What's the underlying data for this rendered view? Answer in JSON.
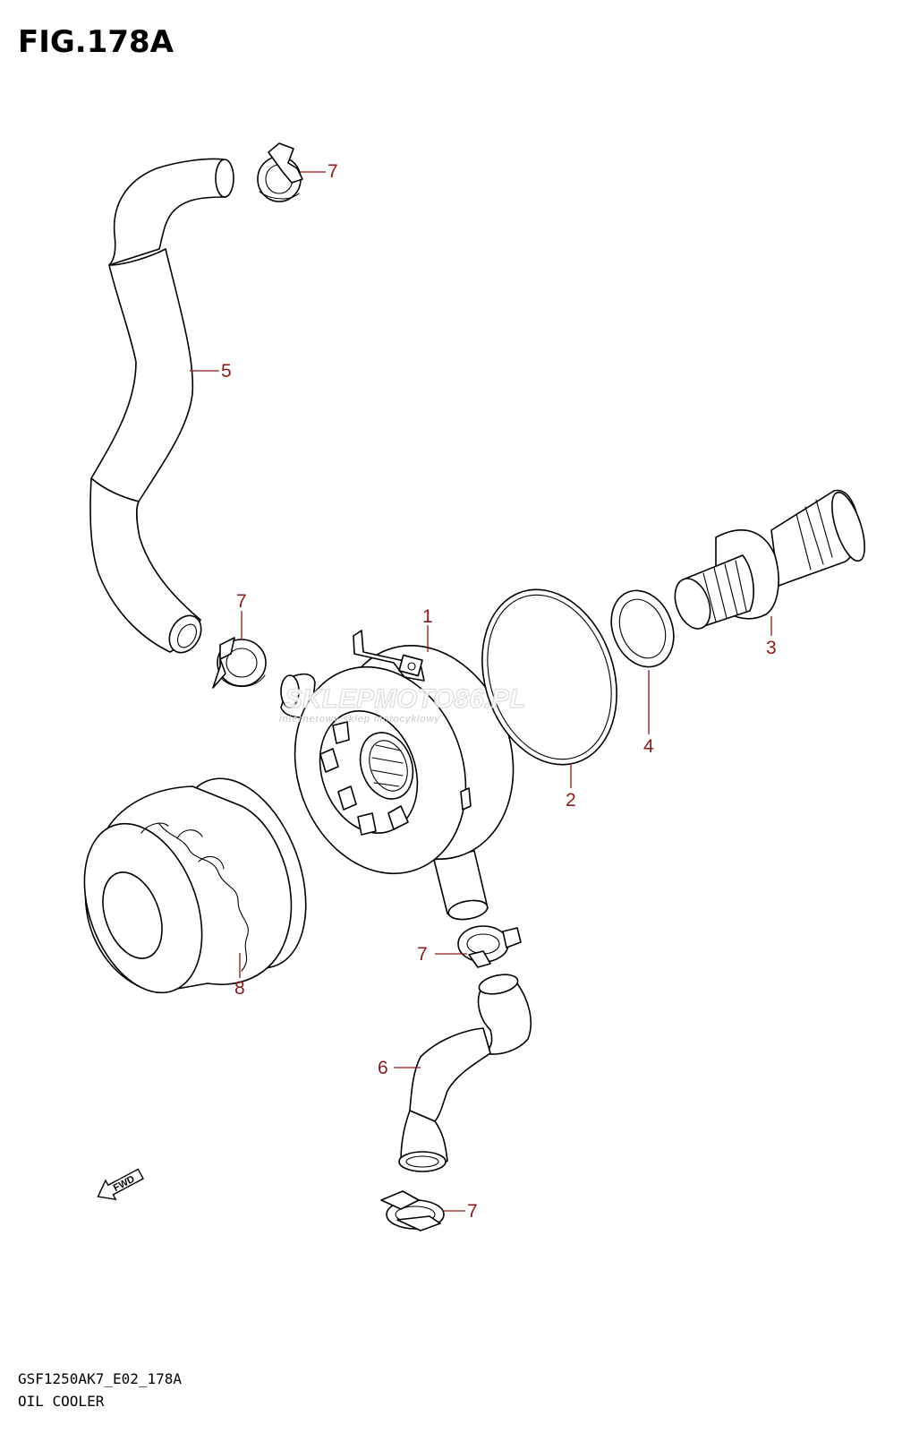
{
  "figure": {
    "title": "FIG.178A",
    "model_code": "GSF1250AK7_E02_178A",
    "caption": "OIL COOLER"
  },
  "callouts": {
    "oil_cooler": "1",
    "o_ring": "2",
    "union_bolt": "3",
    "gasket": "4",
    "upper_hose": "5",
    "lower_hose": "6",
    "clamp_top": "7",
    "clamp_left": "7",
    "clamp_middle": "7",
    "clamp_bottom": "7",
    "oil_filter": "8"
  },
  "watermark": {
    "brand": "SKLEPMOTO86.PL",
    "tagline": "internetowy sklep motocyklowy"
  },
  "fwd_label": "FWD",
  "colors": {
    "callout": "#8b1a1a",
    "line": "#000000",
    "watermark": "#d9d9d9"
  }
}
